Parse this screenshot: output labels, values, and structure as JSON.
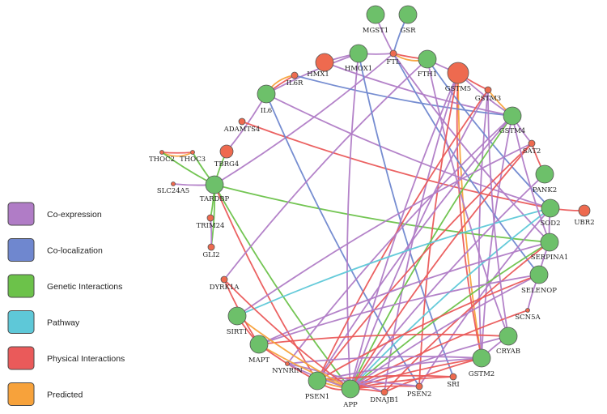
{
  "colors": {
    "co_expression": "#b07cc6",
    "co_localization": "#6f87cf",
    "genetic": "#6cc24a",
    "pathway": "#5ec8d8",
    "physical": "#ea5a5a",
    "predicted": "#f7a23b",
    "query_node": "#6dc06a",
    "related_node": "#ee6a4f",
    "node_stroke": "#555555"
  },
  "legend": [
    {
      "label": "Co-expression",
      "color": "#b07cc6"
    },
    {
      "label": "Co-localization",
      "color": "#6f87cf"
    },
    {
      "label": "Genetic Interactions",
      "color": "#6cc24a"
    },
    {
      "label": "Pathway",
      "color": "#5ec8d8"
    },
    {
      "label": "Physical Interactions",
      "color": "#ea5a5a"
    },
    {
      "label": "Predicted",
      "color": "#f7a23b"
    }
  ],
  "nodes": [
    {
      "id": "MGST1",
      "kind": "query"
    },
    {
      "id": "GSR",
      "kind": "query"
    },
    {
      "id": "FTL",
      "kind": "related"
    },
    {
      "id": "FTH1",
      "kind": "query"
    },
    {
      "id": "HMOX1",
      "kind": "query"
    },
    {
      "id": "HMX1",
      "kind": "related"
    },
    {
      "id": "IL6R",
      "kind": "related"
    },
    {
      "id": "IL6",
      "kind": "query"
    },
    {
      "id": "GSTM5",
      "kind": "related"
    },
    {
      "id": "GSTM3",
      "kind": "related"
    },
    {
      "id": "GSTM4",
      "kind": "query"
    },
    {
      "id": "ADAMTS4",
      "kind": "related"
    },
    {
      "id": "SAT2",
      "kind": "related"
    },
    {
      "id": "TBRG4",
      "kind": "related"
    },
    {
      "id": "THOC2",
      "kind": "related"
    },
    {
      "id": "THOC3",
      "kind": "related"
    },
    {
      "id": "PANK2",
      "kind": "query"
    },
    {
      "id": "SLC24A5",
      "kind": "related"
    },
    {
      "id": "TARDBP",
      "kind": "query"
    },
    {
      "id": "SOD2",
      "kind": "query"
    },
    {
      "id": "UBR2",
      "kind": "related"
    },
    {
      "id": "TRIM24",
      "kind": "related"
    },
    {
      "id": "GLI2",
      "kind": "related"
    },
    {
      "id": "SERPINA1",
      "kind": "query"
    },
    {
      "id": "SELENOP",
      "kind": "query"
    },
    {
      "id": "DYRK1A",
      "kind": "related"
    },
    {
      "id": "SCN5A",
      "kind": "related"
    },
    {
      "id": "SIRT1",
      "kind": "query"
    },
    {
      "id": "CRYAB",
      "kind": "query"
    },
    {
      "id": "MAPT",
      "kind": "query"
    },
    {
      "id": "GSTM2",
      "kind": "query"
    },
    {
      "id": "NYNRIN",
      "kind": "related"
    },
    {
      "id": "PSEN1",
      "kind": "query"
    },
    {
      "id": "APP",
      "kind": "query"
    },
    {
      "id": "DNAJB1",
      "kind": "related"
    },
    {
      "id": "PSEN2",
      "kind": "related"
    },
    {
      "id": "SRI",
      "kind": "related"
    }
  ],
  "edges": [
    {
      "s": "MGST1",
      "t": "FTL",
      "type": "co_expression"
    },
    {
      "s": "GSR",
      "t": "FTL",
      "type": "co_localization"
    },
    {
      "s": "FTL",
      "t": "FTH1",
      "type": "physical"
    },
    {
      "s": "FTL",
      "t": "FTH1",
      "type": "predicted"
    },
    {
      "s": "HMOX1",
      "t": "FTL",
      "type": "co_expression"
    },
    {
      "s": "HMOX1",
      "t": "HMX1",
      "type": "co_expression"
    },
    {
      "s": "IL6R",
      "t": "IL6",
      "type": "physical"
    },
    {
      "s": "IL6R",
      "t": "IL6",
      "type": "predicted"
    },
    {
      "s": "HMOX1",
      "t": "IL6",
      "type": "co_expression"
    },
    {
      "s": "FTH1",
      "t": "GSTM5",
      "type": "co_expression"
    },
    {
      "s": "GSTM5",
      "t": "GSTM3",
      "type": "physical"
    },
    {
      "s": "GSTM5",
      "t": "GSTM4",
      "type": "co_expression"
    },
    {
      "s": "GSTM3",
      "t": "GSTM4",
      "type": "predicted"
    },
    {
      "s": "GSTM4",
      "t": "GSTM2",
      "type": "co_expression"
    },
    {
      "s": "GSTM5",
      "t": "GSTM2",
      "type": "predicted"
    },
    {
      "s": "GSTM5",
      "t": "GSTM2",
      "type": "physical"
    },
    {
      "s": "GSTM3",
      "t": "GSTM2",
      "type": "co_expression"
    },
    {
      "s": "GSTM4",
      "t": "SAT2",
      "type": "co_expression"
    },
    {
      "s": "SAT2",
      "t": "PANK2",
      "type": "physical"
    },
    {
      "s": "SOD2",
      "t": "UBR2",
      "type": "physical"
    },
    {
      "s": "SOD2",
      "t": "SERPINA1",
      "type": "co_expression"
    },
    {
      "s": "SERPINA1",
      "t": "SELENOP",
      "type": "co_expression"
    },
    {
      "s": "SELENOP",
      "t": "SCN5A",
      "type": "co_expression"
    },
    {
      "s": "CRYAB",
      "t": "GSTM2",
      "type": "co_expression"
    },
    {
      "s": "THOC2",
      "t": "THOC3",
      "type": "physical"
    },
    {
      "s": "THOC2",
      "t": "THOC3",
      "type": "predicted"
    },
    {
      "s": "THOC2",
      "t": "TARDBP",
      "type": "genetic"
    },
    {
      "s": "THOC3",
      "t": "TARDBP",
      "type": "genetic"
    },
    {
      "s": "SLC24A5",
      "t": "TARDBP",
      "type": "co_expression"
    },
    {
      "s": "TRIM24",
      "t": "TARDBP",
      "type": "genetic"
    },
    {
      "s": "GLI2",
      "t": "TARDBP",
      "type": "genetic"
    },
    {
      "s": "GLI2",
      "t": "TRIM24",
      "type": "co_expression"
    },
    {
      "s": "TBRG4",
      "t": "TARDBP",
      "type": "genetic"
    },
    {
      "s": "TARDBP",
      "t": "SERPINA1",
      "type": "genetic"
    },
    {
      "s": "TARDBP",
      "t": "APP",
      "type": "genetic"
    },
    {
      "s": "TARDBP",
      "t": "PSEN1",
      "type": "physical"
    },
    {
      "s": "TARDBP",
      "t": "FTL",
      "type": "co_expression"
    },
    {
      "s": "TBRG4",
      "t": "IL6",
      "type": "co_expression"
    },
    {
      "s": "ADAMTS4",
      "t": "SOD2",
      "type": "physical"
    },
    {
      "s": "IL6",
      "t": "SOD2",
      "type": "co_expression"
    },
    {
      "s": "IL6",
      "t": "PSEN2",
      "type": "co_localization"
    },
    {
      "s": "IL6R",
      "t": "GSTM4",
      "type": "co_localization"
    },
    {
      "s": "HMX1",
      "t": "GSTM4",
      "type": "co_expression"
    },
    {
      "s": "FTL",
      "t": "SELENOP",
      "type": "co_localization"
    },
    {
      "s": "FTL",
      "t": "SERPINA1",
      "type": "co_expression"
    },
    {
      "s": "FTH1",
      "t": "SOD2",
      "type": "co_localization"
    },
    {
      "s": "FTH1",
      "t": "CRYAB",
      "type": "co_expression"
    },
    {
      "s": "FTH1",
      "t": "DYRK1A",
      "type": "co_expression"
    },
    {
      "s": "HMOX1",
      "t": "APP",
      "type": "co_expression"
    },
    {
      "s": "HMOX1",
      "t": "SRI",
      "type": "co_localization"
    },
    {
      "s": "GSTM5",
      "t": "APP",
      "type": "co_expression"
    },
    {
      "s": "GSTM5",
      "t": "PSEN2",
      "type": "physical"
    },
    {
      "s": "GSTM5",
      "t": "DNAJB1",
      "type": "co_expression"
    },
    {
      "s": "GSTM3",
      "t": "APP",
      "type": "co_expression"
    },
    {
      "s": "GSTM3",
      "t": "PSEN1",
      "type": "physical"
    },
    {
      "s": "GSTM4",
      "t": "APP",
      "type": "genetic"
    },
    {
      "s": "GSTM4",
      "t": "NYNRIN",
      "type": "co_expression"
    },
    {
      "s": "GSTM4",
      "t": "PSEN1",
      "type": "co_expression"
    },
    {
      "s": "SAT2",
      "t": "SIRT1",
      "type": "co_expression"
    },
    {
      "s": "SAT2",
      "t": "PSEN1",
      "type": "physical"
    },
    {
      "s": "PANK2",
      "t": "APP",
      "type": "co_expression"
    },
    {
      "s": "SOD2",
      "t": "SIRT1",
      "type": "pathway"
    },
    {
      "s": "SOD2",
      "t": "APP",
      "type": "pathway"
    },
    {
      "s": "SOD2",
      "t": "PSEN2",
      "type": "co_expression"
    },
    {
      "s": "SERPINA1",
      "t": "APP",
      "type": "genetic"
    },
    {
      "s": "SERPINA1",
      "t": "MAPT",
      "type": "co_expression"
    },
    {
      "s": "SERPINA1",
      "t": "DNAJB1",
      "type": "physical"
    },
    {
      "s": "SELENOP",
      "t": "MAPT",
      "type": "co_expression"
    },
    {
      "s": "SELENOP",
      "t": "APP",
      "type": "co_expression"
    },
    {
      "s": "SELENOP",
      "t": "PSEN1",
      "type": "physical"
    },
    {
      "s": "SCN5A",
      "t": "APP",
      "type": "physical"
    },
    {
      "s": "CRYAB",
      "t": "MAPT",
      "type": "physical"
    },
    {
      "s": "CRYAB",
      "t": "APP",
      "type": "co_expression"
    },
    {
      "s": "GSTM2",
      "t": "APP",
      "type": "physical"
    },
    {
      "s": "GSTM2",
      "t": "PSEN1",
      "type": "co_expression"
    },
    {
      "s": "GSTM2",
      "t": "DNAJB1",
      "type": "physical"
    },
    {
      "s": "GSTM2",
      "t": "NYNRIN",
      "type": "co_expression"
    },
    {
      "s": "SRI",
      "t": "APP",
      "type": "physical"
    },
    {
      "s": "SRI",
      "t": "PSEN1",
      "type": "physical"
    },
    {
      "s": "PSEN2",
      "t": "APP",
      "type": "physical"
    },
    {
      "s": "PSEN2",
      "t": "PSEN1",
      "type": "co_expression"
    },
    {
      "s": "DNAJB1",
      "t": "APP",
      "type": "physical"
    },
    {
      "s": "DNAJB1",
      "t": "NYNRIN",
      "type": "co_expression"
    },
    {
      "s": "PSEN1",
      "t": "APP",
      "type": "predicted"
    },
    {
      "s": "PSEN1",
      "t": "APP",
      "type": "physical"
    },
    {
      "s": "MAPT",
      "t": "APP",
      "type": "predicted"
    },
    {
      "s": "MAPT",
      "t": "PSEN1",
      "type": "physical"
    },
    {
      "s": "SIRT1",
      "t": "MAPT",
      "type": "physical"
    },
    {
      "s": "SIRT1",
      "t": "APP",
      "type": "predicted"
    },
    {
      "s": "DYRK1A",
      "t": "MAPT",
      "type": "physical"
    },
    {
      "s": "DYRK1A",
      "t": "APP",
      "type": "physical"
    },
    {
      "s": "NYNRIN",
      "t": "APP",
      "type": "co_expression"
    },
    {
      "s": "SAT2",
      "t": "APP",
      "type": "physical"
    },
    {
      "s": "GSTM3",
      "t": "CRYAB",
      "type": "co_expression"
    },
    {
      "s": "GSTM4",
      "t": "SERPINA1",
      "type": "co_expression"
    }
  ]
}
